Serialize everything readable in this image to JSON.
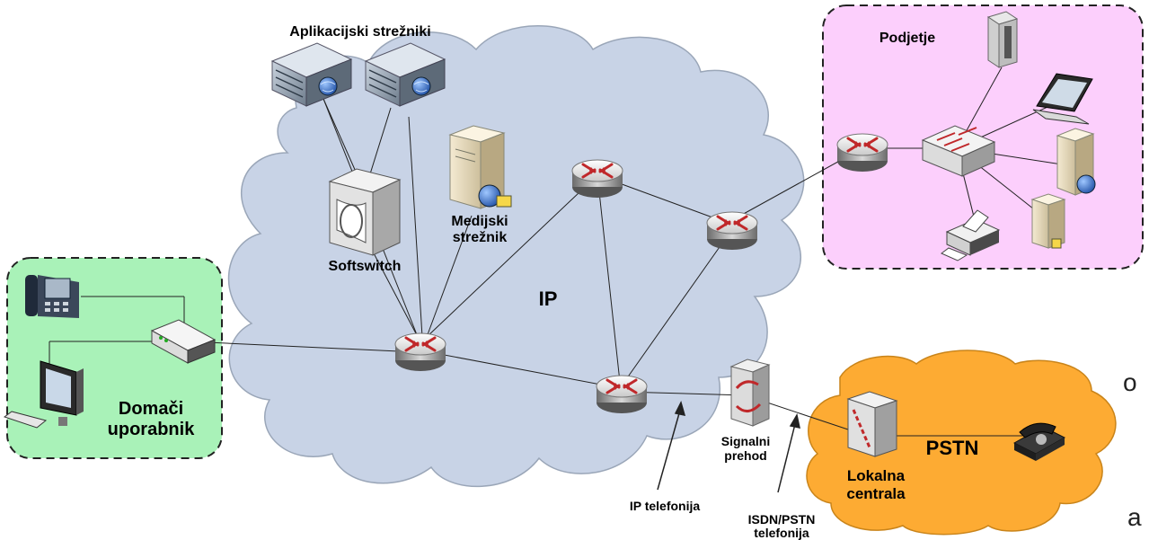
{
  "labels": {
    "app_servers": "Aplikacijski strežniki",
    "company": "Podjetje",
    "media_server_1": "Medijski",
    "media_server_2": "strežnik",
    "softswitch": "Softswitch",
    "ip": "IP",
    "home_user_1": "Domači",
    "home_user_2": "uporabnik",
    "signal_gateway_1": "Signalni",
    "signal_gateway_2": "prehod",
    "ip_telephony": "IP telefonija",
    "isdn_1": "ISDN/PSTN",
    "isdn_2": "telefonija",
    "local_exchange_1": "Lokalna",
    "local_exchange_2": "centrala",
    "pstn": "PSTN"
  },
  "edge_fragments": {
    "right_mid": "o",
    "right_bottom": "a"
  },
  "colors": {
    "ip_cloud": "#c8d3e6",
    "company_bg": "#fccffc",
    "home_bg": "#a9f2b8",
    "pstn_cloud": "#fdab33",
    "router_red": "#c0282a"
  }
}
